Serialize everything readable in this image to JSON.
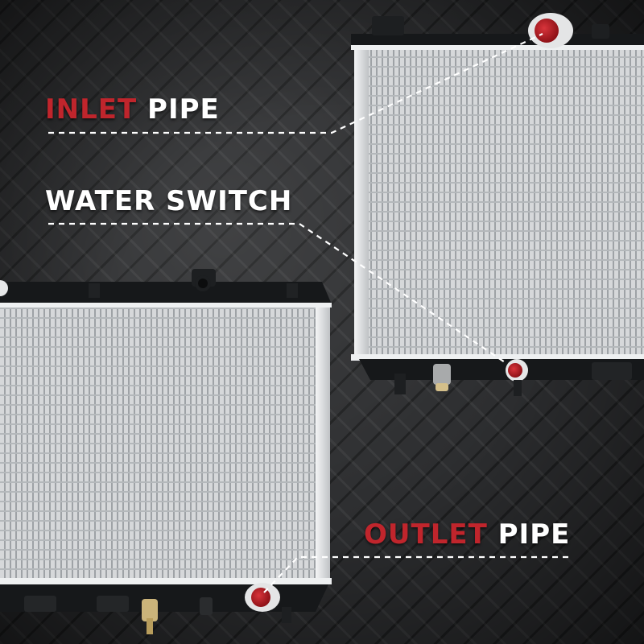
{
  "colors": {
    "accent": "#c0252c",
    "label_text": "#ffffff",
    "background": "#2b2c2e",
    "radiator_core": "#d9dbdd",
    "tank_plastic": "#16181a"
  },
  "labels": {
    "inlet": {
      "accent": "INLET",
      "rest": "PIPE"
    },
    "water_switch": {
      "text": "WATER SWITCH"
    },
    "outlet": {
      "accent": "OUTLET",
      "rest": "PIPE"
    }
  }
}
